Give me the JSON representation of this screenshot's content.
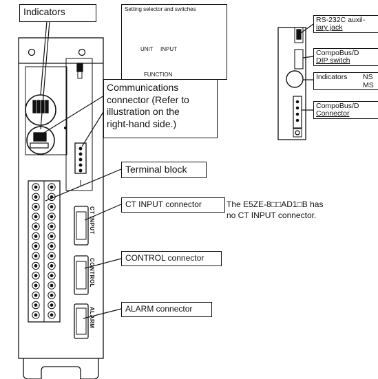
{
  "labels": {
    "indicators": "Indicators",
    "setting_selector": "Setting selector and switches",
    "unit": "UNIT",
    "input": "INPUT",
    "function": "FUNCTION",
    "comm_line1": "Communications",
    "comm_line2": "connector (Refer to",
    "comm_line3": "illustration on the",
    "comm_line4": "right-hand side.)",
    "terminal_block": "Terminal block",
    "ct_input": "CT INPUT connector",
    "control": "CONTROL connector",
    "alarm": "ALARM connector"
  },
  "side_labels": {
    "rs232c_line1": "RS-232C auxil-",
    "rs232c_line2": "iary jack",
    "dip_line1": "CompoBus/D",
    "dip_line2": "DIP switch",
    "indicators_label": "Indicators",
    "ns": "NS",
    "ms": "MS",
    "conn_line1": "CompoBus/D",
    "conn_line2": "Connector"
  },
  "connector_text": {
    "ct": "CT INPUT",
    "control": "CONTROL",
    "alarm": "ALARM"
  },
  "note": {
    "line1": "The E5ZE-8□□AD1□B has",
    "line2": "no CT INPUT connector."
  }
}
